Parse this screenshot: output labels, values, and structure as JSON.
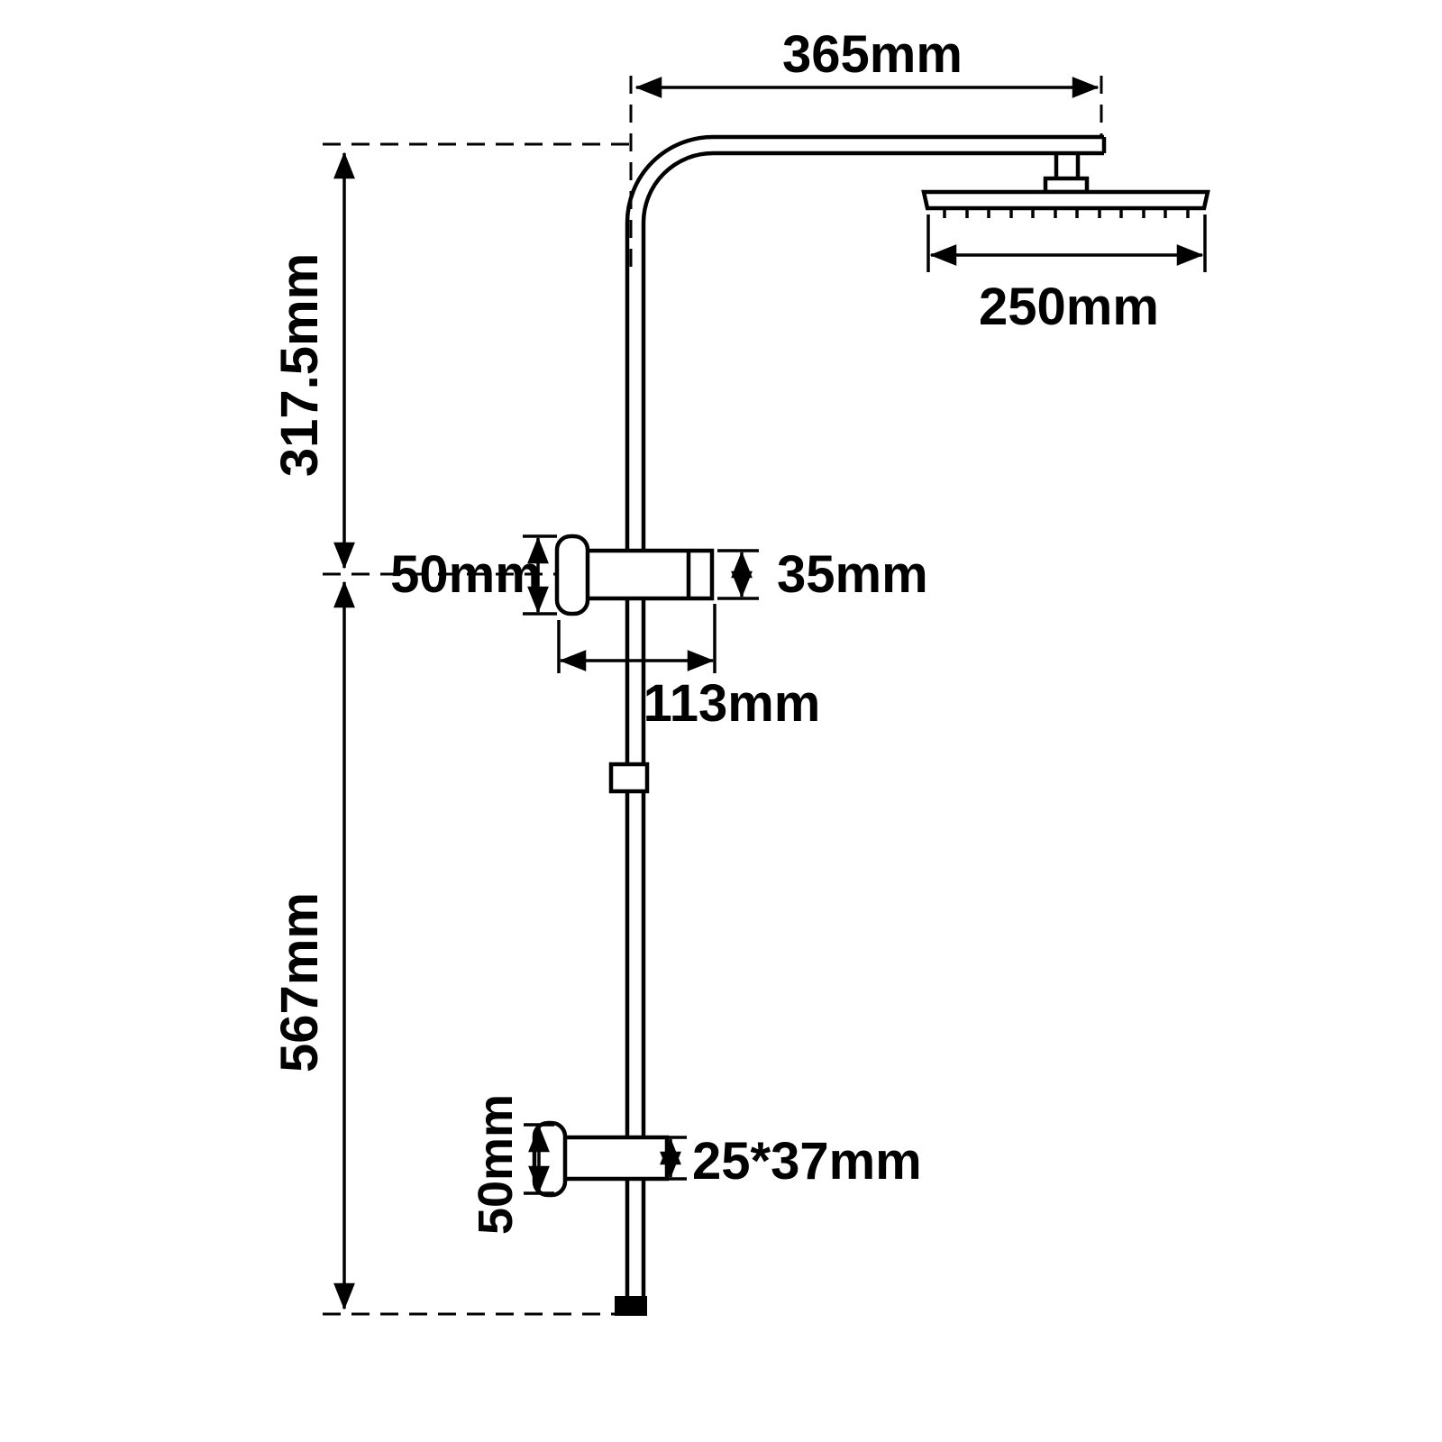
{
  "diagram": {
    "title": "Shower rail set dimension drawing",
    "background_color": "#ffffff",
    "line_color": "#000000",
    "labels": {
      "arm_reach": "365mm",
      "head_width": "250mm",
      "upper_height": "317.5mm",
      "top_holder_height": "50mm",
      "top_holder_diameter": "35mm",
      "top_holder_length": "113mm",
      "lower_height": "567mm",
      "bottom_holder_height": "50mm",
      "bottom_holder_profile": "25*37mm"
    }
  }
}
